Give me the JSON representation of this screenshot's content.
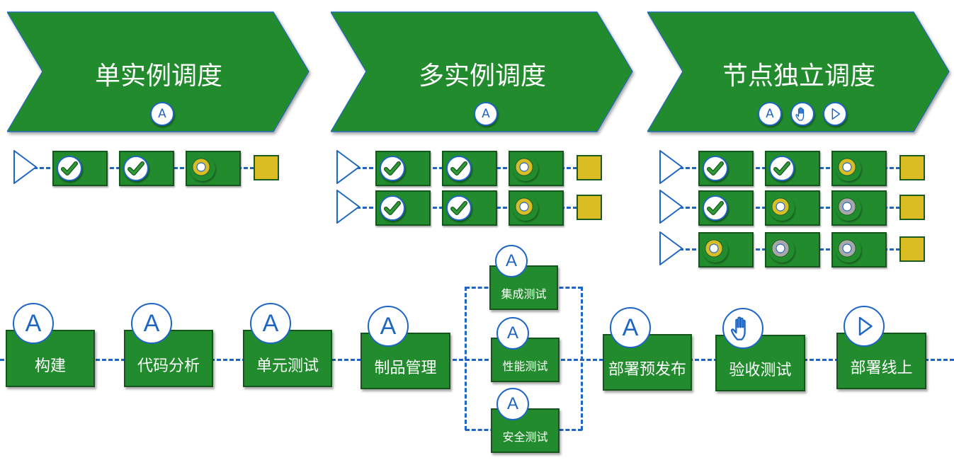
{
  "colors": {
    "green": "#228b2d",
    "green_border": "#14561b",
    "blue": "#1f66c4",
    "yellow": "#d9bd23",
    "gray": "#a8a8a8"
  },
  "modes": [
    {
      "title": "单实例调度",
      "trigger_icons": [
        "auto-icon"
      ],
      "trigger_labels": [
        "A"
      ],
      "rows": [
        [
          "success",
          "success",
          "running-yellow"
        ]
      ]
    },
    {
      "title": "多实例调度",
      "trigger_icons": [
        "auto-icon"
      ],
      "trigger_labels": [
        "A"
      ],
      "rows": [
        [
          "success",
          "success",
          "running-yellow"
        ],
        [
          "success",
          "success",
          "running-yellow"
        ]
      ]
    },
    {
      "title": "节点独立调度",
      "trigger_icons": [
        "auto-icon",
        "manual-hand-icon",
        "play-icon"
      ],
      "trigger_labels": [
        "A",
        "",
        ""
      ],
      "rows": [
        [
          "success",
          "success",
          "running-yellow"
        ],
        [
          "success",
          "running-yellow",
          "pending-gray"
        ],
        [
          "running-yellow",
          "pending-gray",
          "pending-gray"
        ]
      ]
    }
  ],
  "pipeline": {
    "stages": [
      {
        "label": "构建",
        "trigger": "auto",
        "trigger_label": "A"
      },
      {
        "label": "代码分析",
        "trigger": "auto",
        "trigger_label": "A"
      },
      {
        "label": "单元测试",
        "trigger": "auto",
        "trigger_label": "A"
      },
      {
        "label": "制品管理",
        "trigger": "auto",
        "trigger_label": "A"
      },
      {
        "label": "部署预发布",
        "trigger": "auto",
        "trigger_label": "A"
      },
      {
        "label": "验收测试",
        "trigger": "manual",
        "trigger_label": ""
      },
      {
        "label": "部署线上",
        "trigger": "play",
        "trigger_label": ""
      }
    ],
    "parallel": [
      {
        "label": "集成测试",
        "trigger": "auto",
        "trigger_label": "A"
      },
      {
        "label": "性能测试",
        "trigger": "auto",
        "trigger_label": "A"
      },
      {
        "label": "安全测试",
        "trigger": "auto",
        "trigger_label": "A"
      }
    ]
  }
}
